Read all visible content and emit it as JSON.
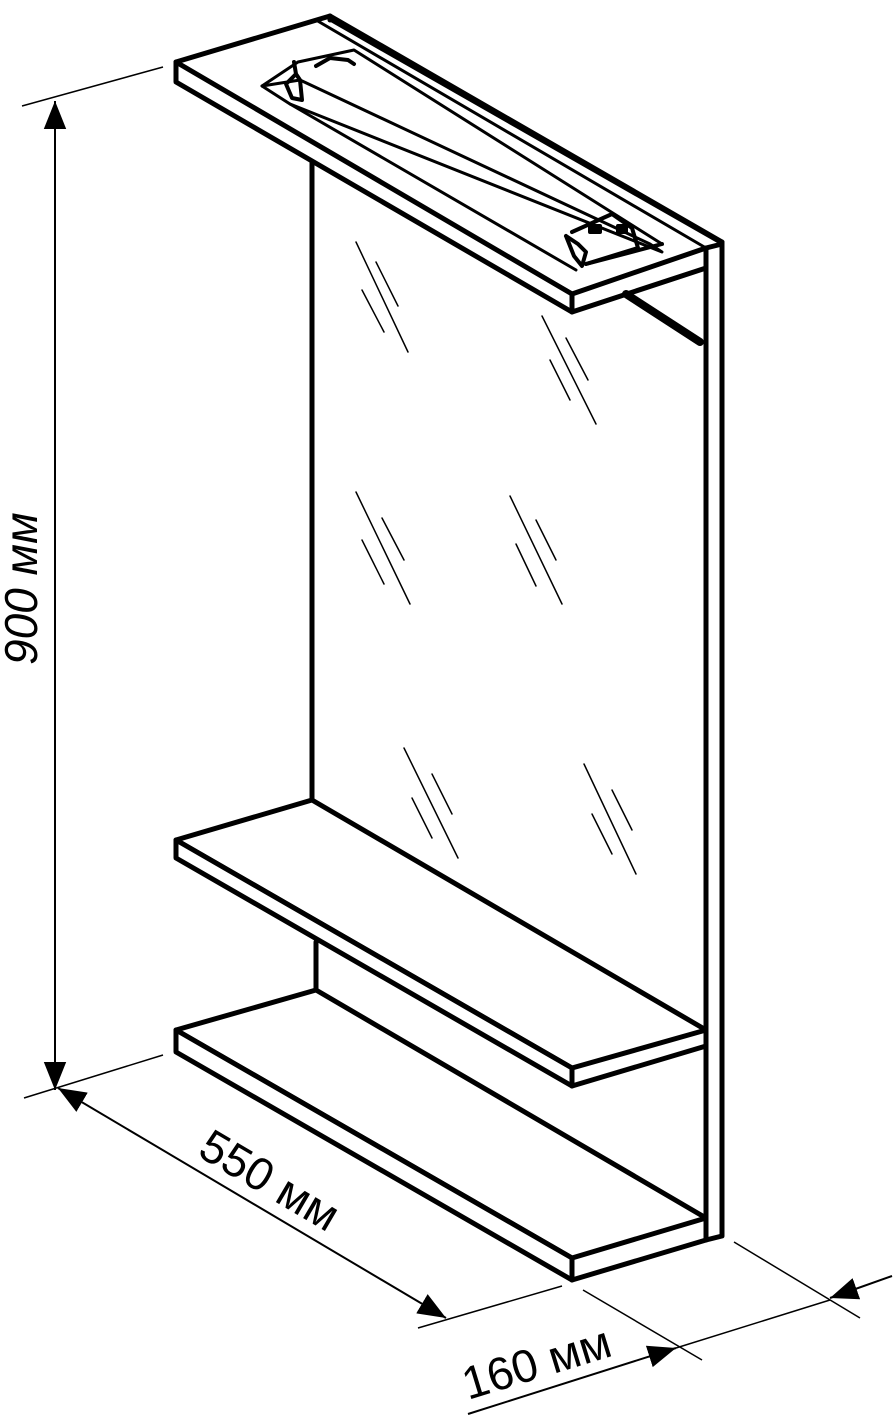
{
  "dimensions": {
    "height_label": "900 мм",
    "width_label": "550 мм",
    "depth_label": "160 мм"
  },
  "colors": {
    "stroke": "#000000",
    "background": "#ffffff"
  }
}
